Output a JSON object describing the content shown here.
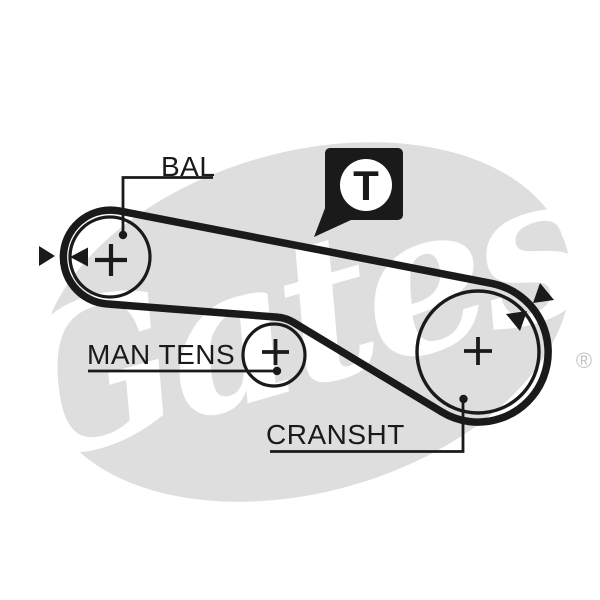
{
  "diagram": {
    "kind": "timing-belt-routing-diagram",
    "labels": {
      "bal": "BAL",
      "man_tens": "MAN TENS",
      "cransht": "CRANSHT"
    },
    "badge": {
      "letter": "T"
    },
    "watermark": {
      "text": "Gates",
      "registered": "®"
    },
    "pulleys": [
      {
        "id": "bal",
        "label": "BAL",
        "marker": "cross"
      },
      {
        "id": "man-tens",
        "label": "MAN TENS",
        "marker": "cross"
      },
      {
        "id": "cransht",
        "label": "CRANSHT",
        "marker": "cross"
      }
    ],
    "colors": {
      "ink": "#1a1a1a",
      "background": "#ffffff",
      "watermark_fill": "#dedede",
      "watermark_script": "#ffffff",
      "registered_gray": "#c3c3c3"
    }
  }
}
